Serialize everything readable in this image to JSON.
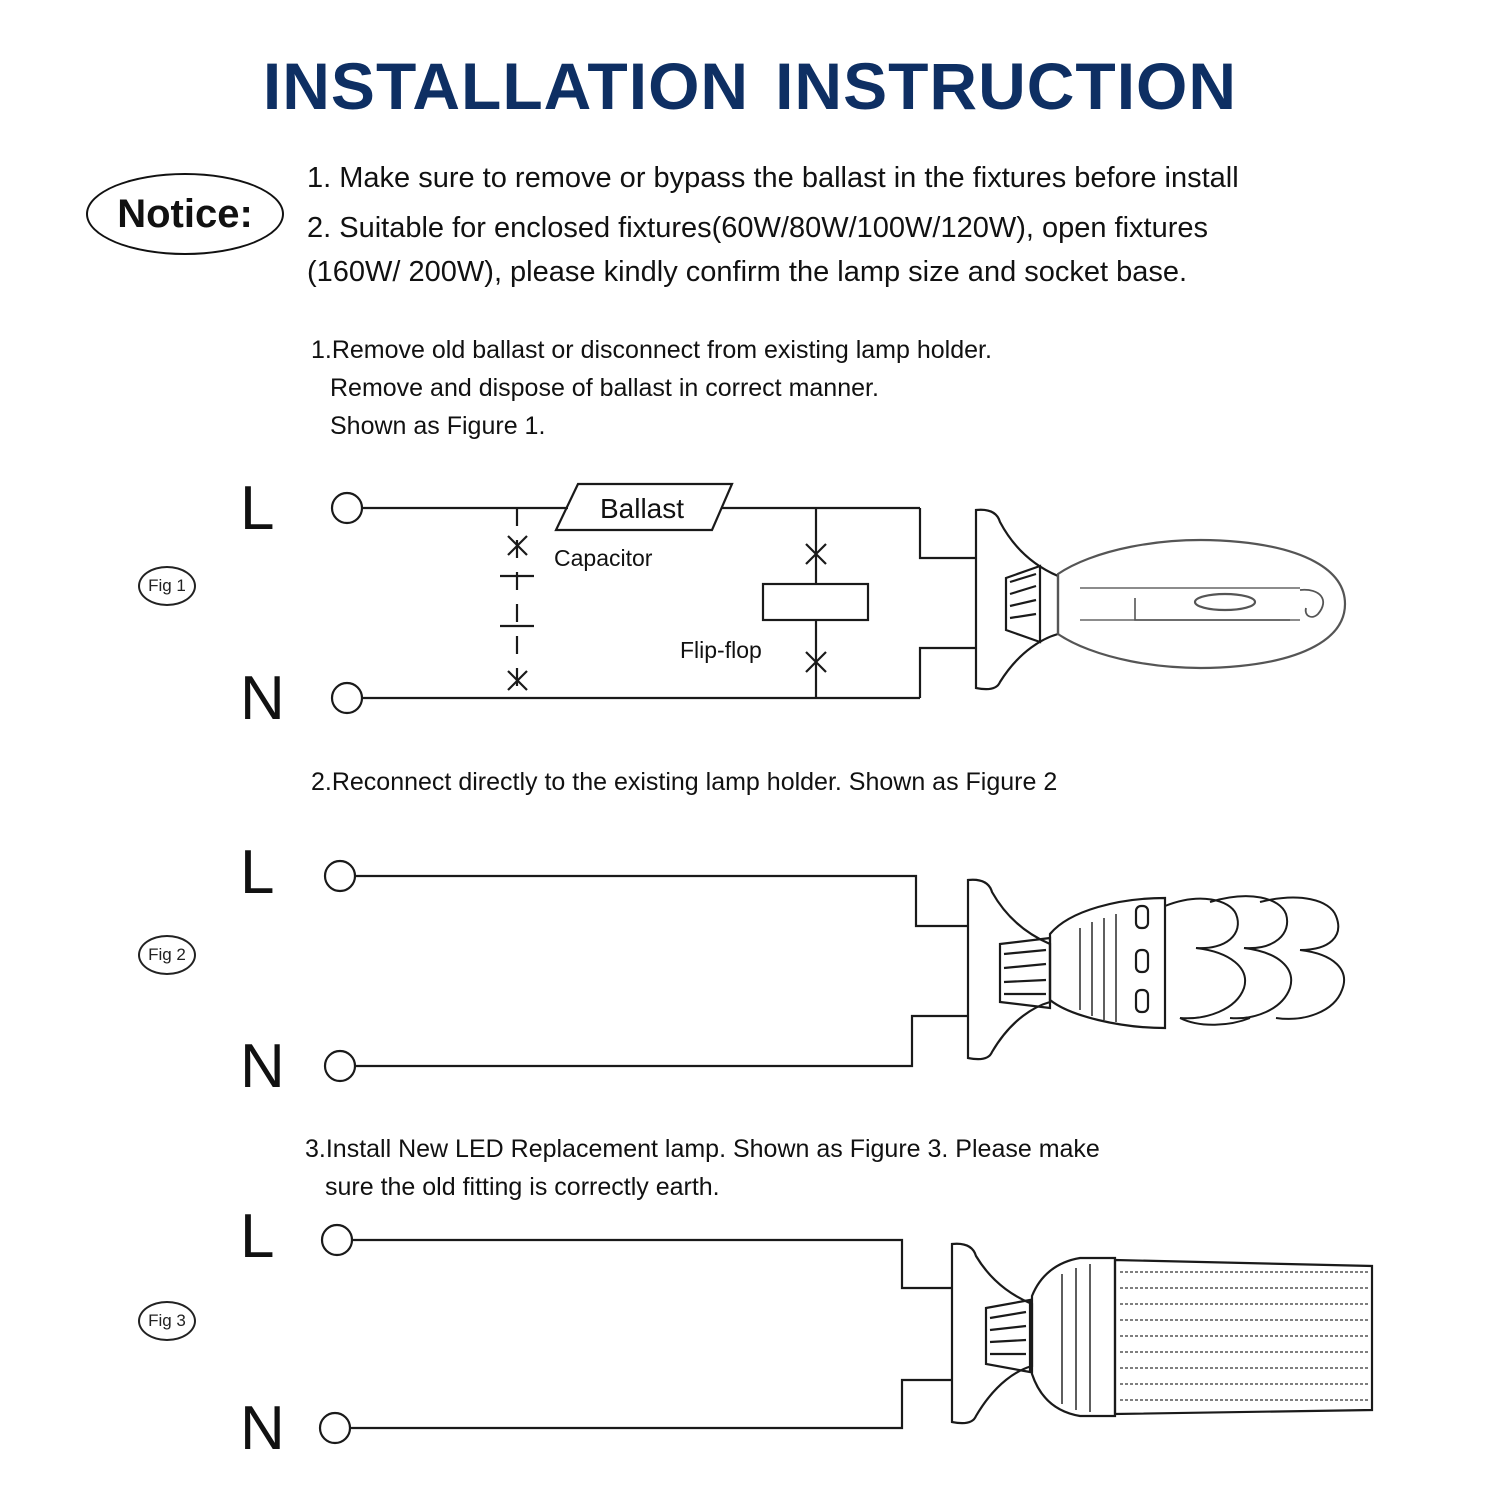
{
  "title": {
    "part1": "INSTALLATION",
    "part2": "INSTRUCTION"
  },
  "notice": {
    "label": "Notice:",
    "line1": "1. Make sure to remove or bypass the ballast in the fixtures before install",
    "line2": "2. Suitable for enclosed fixtures(60W/80W/100W/120W), open fixtures",
    "line3": "(160W/ 200W), please kindly confirm the lamp size and socket base."
  },
  "step1": {
    "line1": "1.Remove old ballast or disconnect from existing lamp holder.",
    "line2": "Remove and dispose of ballast in correct manner.",
    "line3": "Shown as Figure 1."
  },
  "step2": {
    "line1": "2.Reconnect directly to the existing lamp holder. Shown as Figure 2"
  },
  "step3": {
    "line1": "3.Install New LED Replacement lamp. Shown as Figure 3. Please make",
    "line2": "sure the old fitting is correctly earth."
  },
  "figures": [
    {
      "badge": "Fig 1",
      "live": "L",
      "neutral": "N",
      "ballast": "Ballast",
      "capacitor": "Capacitor",
      "flipflop": "Flip-flop"
    },
    {
      "badge": "Fig 2",
      "live": "L",
      "neutral": "N"
    },
    {
      "badge": "Fig 3",
      "live": "L",
      "neutral": "N"
    }
  ],
  "colors": {
    "title": "#0e2f63",
    "line": "#1a1a1a"
  }
}
